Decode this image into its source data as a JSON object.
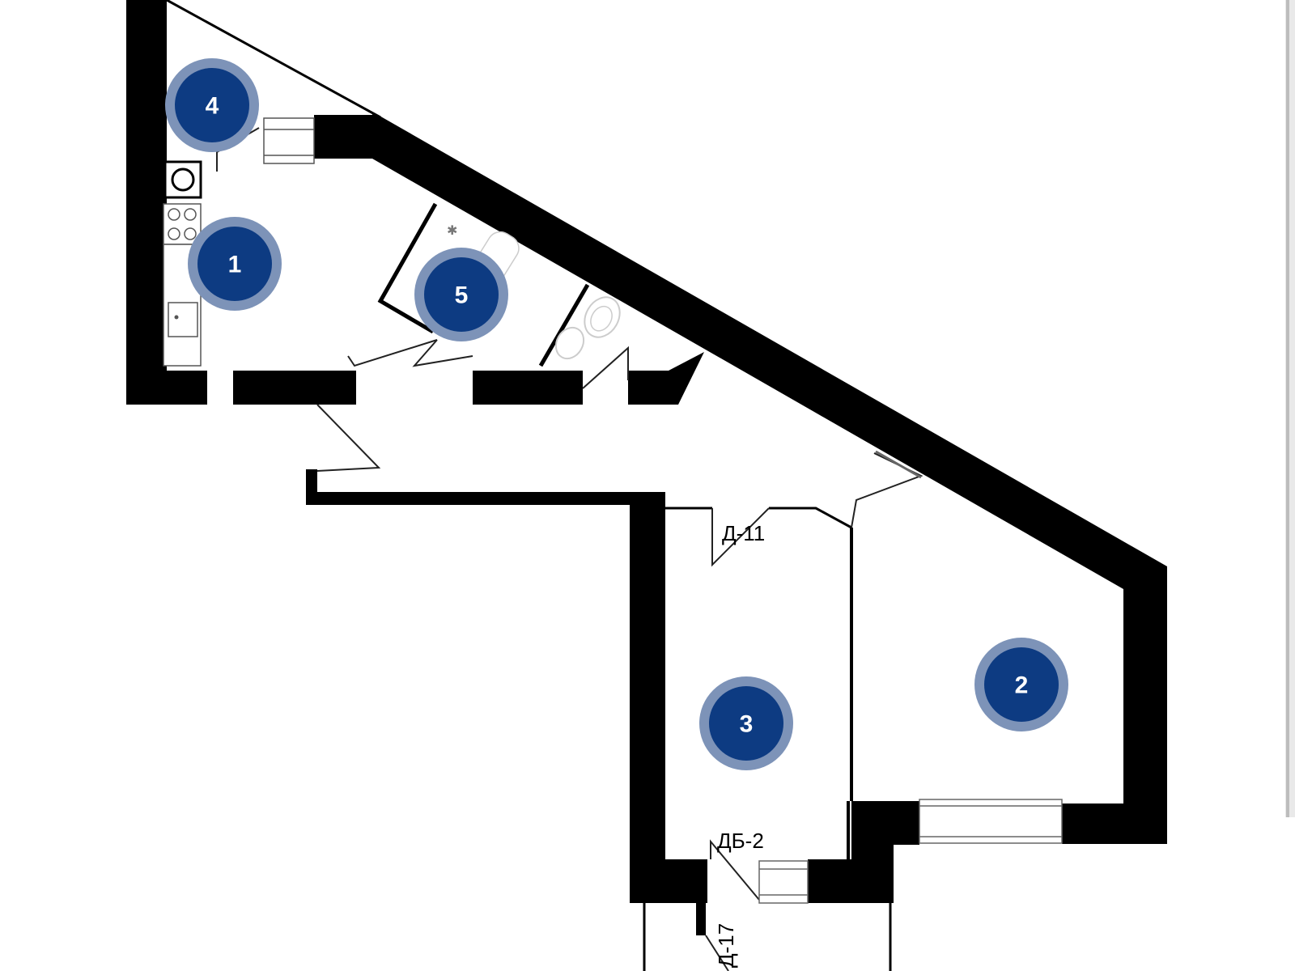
{
  "rooms": [
    {
      "id": "1",
      "label": "1"
    },
    {
      "id": "2",
      "label": "2"
    },
    {
      "id": "3",
      "label": "3"
    },
    {
      "id": "4",
      "label": "4"
    },
    {
      "id": "5",
      "label": "5"
    }
  ],
  "doors": {
    "d11": "Д-11",
    "db2": "ДБ-2",
    "d17": "Д-17"
  },
  "colors": {
    "marker": "#0d3b82",
    "marker_ring": "#7d93b8",
    "wall": "#000000"
  }
}
